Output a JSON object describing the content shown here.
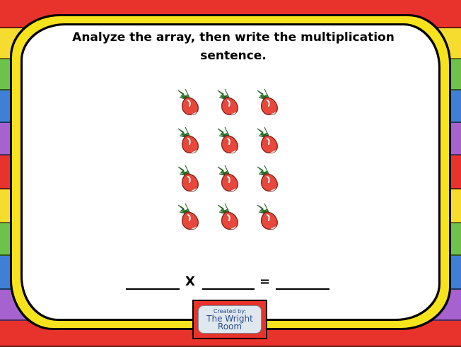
{
  "instruction": "Analyze the array, then write the multiplication sentence.",
  "array": {
    "rows": 4,
    "columns": 3,
    "item": "radish-icon"
  },
  "sentence": {
    "times_symbol": "X",
    "equals_symbol": "="
  },
  "badge": {
    "line1": "Created by:",
    "line2": "The Wright",
    "line3": "Room"
  },
  "colors": {
    "red": "#e8322c",
    "yellow": "#f5dc2e",
    "green": "#6cc24a",
    "blue": "#3f7fd6",
    "purple": "#a662cf",
    "frame_yellow": "#f7e31c"
  }
}
